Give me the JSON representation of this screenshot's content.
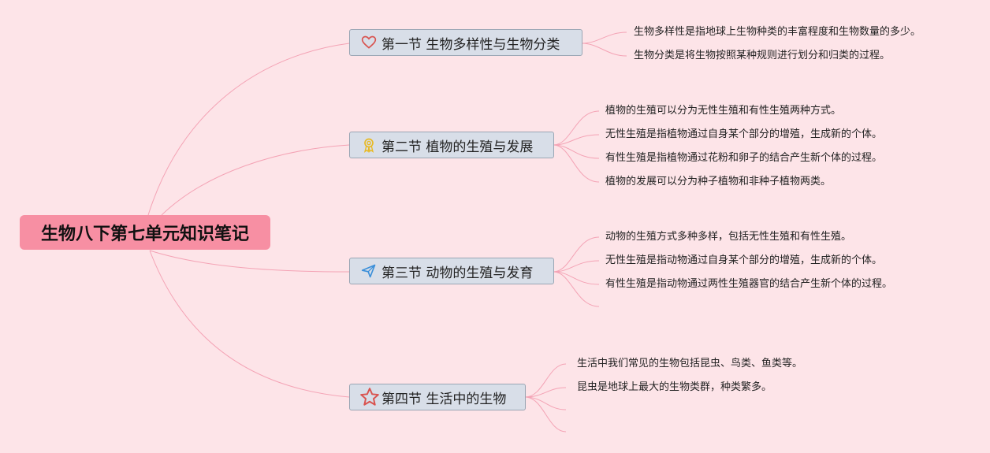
{
  "root": {
    "title": "生物八下第七单元知识笔记"
  },
  "sections": [
    {
      "title": "第一节 生物多样性与生物分类",
      "icon": "heart-icon",
      "notes": [
        "生物多样性是指地球上生物种类的丰富程度和生物数量的多少。",
        "生物分类是将生物按照某种规则进行划分和归类的过程。"
      ]
    },
    {
      "title": "第二节 植物的生殖与发展",
      "icon": "award-ribbon-icon",
      "notes": [
        "植物的生殖可以分为无性生殖和有性生殖两种方式。",
        "无性生殖是指植物通过自身某个部分的增殖，生成新的个体。",
        "有性生殖是指植物通过花粉和卵子的结合产生新个体的过程。",
        "植物的发展可以分为种子植物和非种子植物两类。"
      ]
    },
    {
      "title": "第三节 动物的生殖与发育",
      "icon": "paper-plane-icon",
      "notes": [
        "动物的生殖方式多种多样，包括无性生殖和有性生殖。",
        "无性生殖是指动物通过自身某个部分的增殖，生成新的个体。",
        "有性生殖是指动物通过两性生殖器官的结合产生新个体的过程。"
      ]
    },
    {
      "title": "第四节 生活中的生物",
      "icon": "star-icon",
      "notes": [
        "生活中我们常见的生物包括昆虫、鸟类、鱼类等。",
        "昆虫是地球上最大的生物类群，种类繁多。"
      ]
    }
  ],
  "colors": {
    "background": "#fde4e8",
    "root_fill": "#f78fa3",
    "section_fill": "#d8dee8",
    "link": "#f4a3b5",
    "heart": "#d9534f",
    "ribbon": "#e8b923",
    "plane": "#3b8fd9",
    "star": "#d9534f"
  }
}
